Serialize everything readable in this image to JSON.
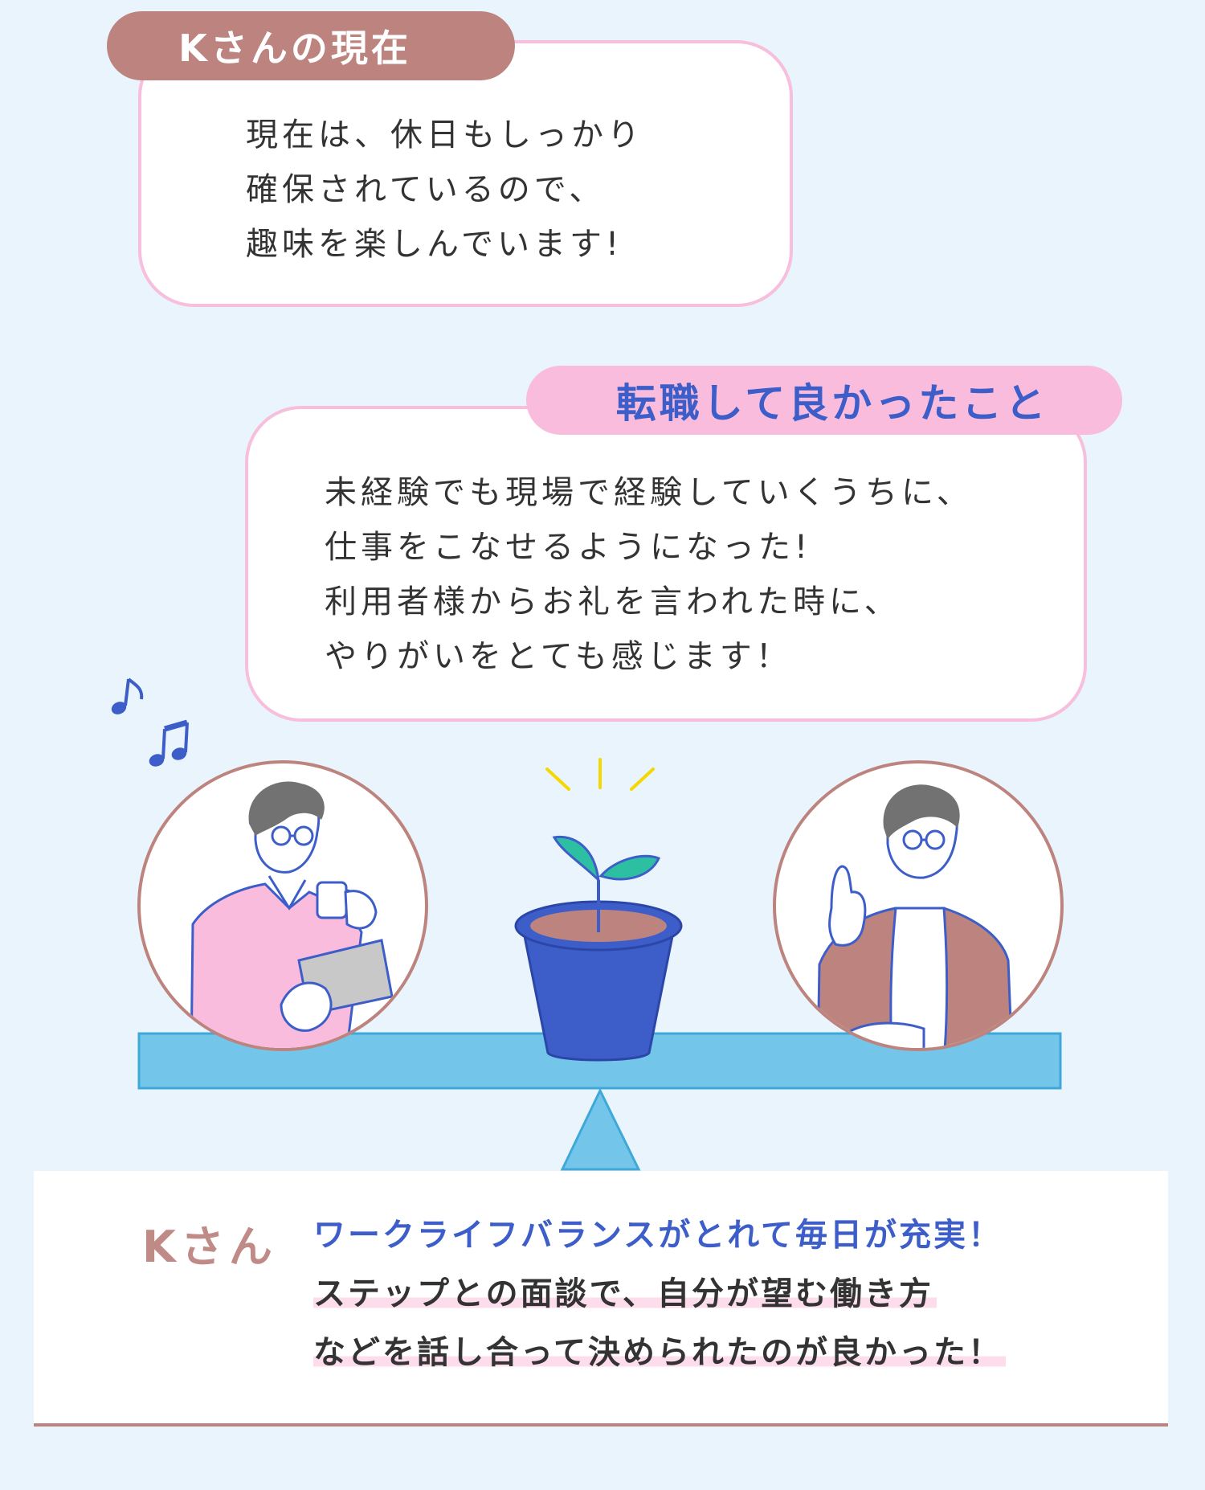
{
  "current": {
    "tag": "Kさんの現在",
    "lines": [
      "現在は、休日もしっかり",
      "確保されているので、",
      "趣味を楽しんでいます!"
    ]
  },
  "merits": {
    "tag": "転職して良かったこと",
    "lines": [
      "未経験でも現場で経験していくうちに、",
      "仕事をこなせるようになった!",
      "利用者様からお礼を言われた時に、",
      "やりがいをとても感じます！"
    ]
  },
  "summary": {
    "name": "Kさん",
    "headline": "ワークライフバランスがとれて毎日が充実！",
    "body": [
      "ステップとの面談で、自分が望む働き方",
      "などを話し合って決められたのが良かった！"
    ]
  },
  "colors": {
    "page_bg": "#e9f4fc",
    "bubble_border": "#f7bfdc",
    "tag_brown": "#bd847f",
    "tag_pink": "#f9bcdc",
    "accent_blue": "#3d5ec9",
    "seesaw_blue": "#73c6ea",
    "highlight_pink": "#fddcec"
  },
  "icons": {
    "music_notes": "music-note-icon",
    "left_person": "person-with-coffee-and-tablet",
    "right_person": "person-thumbs-up",
    "plant": "sprout-in-pot",
    "sparkle": "sparkle-lines"
  }
}
